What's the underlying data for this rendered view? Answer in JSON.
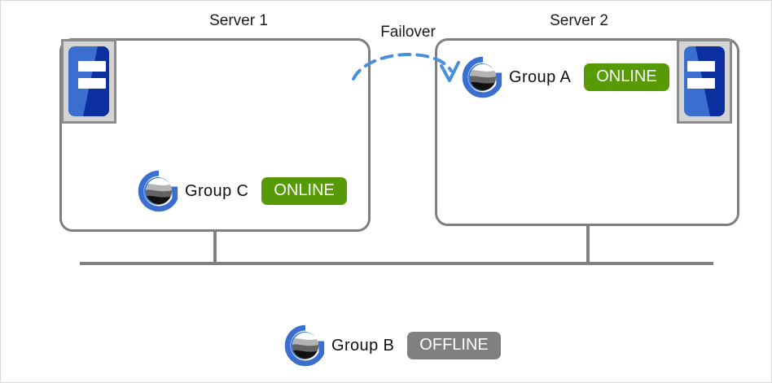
{
  "diagram": {
    "title_server1": "Server 1",
    "title_server2": "Server 2",
    "failover_label": "Failover",
    "colors": {
      "online": "#569a05",
      "offline": "#808080",
      "box_border": "#7f7f7f",
      "bus_line": "#808080",
      "arrow": "#4a90d9",
      "logo_ring": "#3a6fd0",
      "hw_icon_blue": "#0b2f9e",
      "hw_icon_blue_light": "#3a6fd0",
      "hw_icon_frame": "#8c8c8c"
    },
    "servers": [
      {
        "name": "Server 1",
        "icon": "server-hardware-icon",
        "groups": [
          {
            "logo": "group-logo-icon",
            "label": "Group  C",
            "status": "ONLINE",
            "status_kind": "online"
          }
        ]
      },
      {
        "name": "Server 2",
        "icon": "server-hardware-icon",
        "groups": [
          {
            "logo": "group-logo-icon",
            "label": "Group A",
            "status": "ONLINE",
            "status_kind": "online"
          }
        ]
      }
    ],
    "standalone_group": {
      "logo": "group-logo-icon",
      "label": "Group  B",
      "status": "OFFLINE",
      "status_kind": "offline"
    },
    "connections": {
      "bus_label": "shared-network-bus",
      "failover_direction": "server1-to-server2"
    }
  }
}
